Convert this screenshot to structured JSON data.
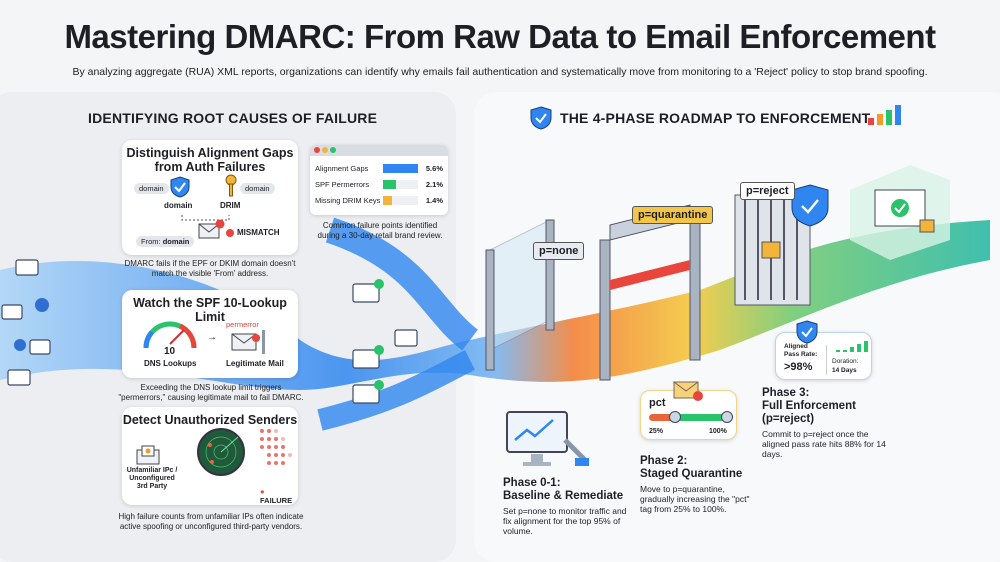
{
  "header": {
    "title": "Mastering DMARC: From Raw Data to Email Enforcement",
    "subtitle": "By analyzing aggregate (RUA) XML reports, organizations can identify why emails fail authentication and systematically move from monitoring to a 'Reject' policy to stop brand spoofing."
  },
  "left": {
    "heading": "IDENTIFYING ROOT CAUSES OF FAILURE",
    "card1": {
      "title": "Distinguish Alignment Gaps from Auth Failures",
      "pill_left": "domain",
      "pill_right": "domain",
      "label_spf": "domain",
      "label_dkim": "DRIM",
      "from": "From:",
      "from_domain": "domain",
      "mismatch": "MISMATCH",
      "caption": "DMARC fails if the EPF or DKIM domain doesn't match the visible 'From' address."
    },
    "chart": {
      "rows": [
        {
          "label": "Alignment Gaps",
          "value": "5.6%",
          "pct": 5.6,
          "color": "#2f86f0"
        },
        {
          "label": "SPF Permerrors",
          "value": "2.1%",
          "pct": 2.1,
          "color": "#28c36a"
        },
        {
          "label": "Missing DRIM Keys",
          "value": "1.4%",
          "pct": 1.4,
          "color": "#f2b43a"
        }
      ],
      "caption": "Common failure points identified during a 30-day retail brand review."
    },
    "card2": {
      "title": "Watch the SPF 10-Lookup Limit",
      "gauge_value": "10",
      "gauge_label": "DNS Lookups",
      "permerror": "permerror",
      "mail_label": "Legitimate Mail",
      "caption": "Exceeding the DNS lookup limit triggers \"permerrors,\" causing legitimate mail to fail DMARC."
    },
    "card3": {
      "title": "Detect Unauthorized Senders",
      "sender_label": "Unfamiliar IPc / Unconfigured 3rd Party",
      "failure": "FAILURE",
      "caption": "High failure counts from unfamiliar IPs often indicate active spoofing or unconfigured third-party vendors."
    }
  },
  "right": {
    "heading": "THE 4-PHASE ROADMAP TO ENFORCEMENT",
    "signs": {
      "none": "p=none",
      "quarantine": "p=quarantine",
      "reject": "p=reject"
    },
    "phase01": {
      "title1": "Phase 0-1:",
      "title2": "Baseline & Remediate",
      "text": "Set p=none to monitor traffic and fix alignment for the top 95% of volume."
    },
    "phase2": {
      "title1": "Phase 2:",
      "title2": "Staged Quarantine",
      "text": "Move to p=quarantine, gradually increasing the \"pct\" tag from 25% to 100%.",
      "pct_label": "pct",
      "pct_min": "25%",
      "pct_max": "100%"
    },
    "phase3": {
      "title1": "Phase 3:",
      "title2": "Full Enforcement",
      "title3": "(p=reject)",
      "text": "Commit to p=reject once the aligned pass rate hits 88% for 14 days.",
      "rate_label": "Aligned Pass Rate:",
      "rate_value": ">98%",
      "duration_label": "Doration:",
      "duration_value": "14 Days"
    }
  },
  "colors": {
    "blue": "#2f86f0",
    "green": "#28c36a",
    "orange": "#f39a2b",
    "red": "#e8453c",
    "teal": "#1fb5a0"
  }
}
